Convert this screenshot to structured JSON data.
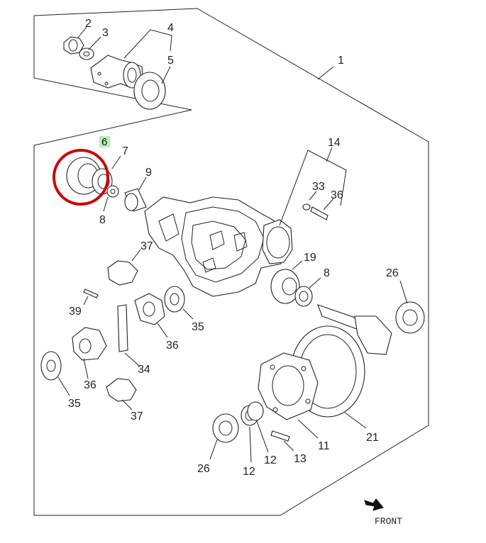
{
  "diagram": {
    "selected_part": "6",
    "highlight_color": "#cc0000",
    "selected_label_bg": "#b6f0b6",
    "labels": {
      "p1": "1",
      "p2": "2",
      "p3": "3",
      "p4": "4",
      "p5": "5",
      "p6": "6",
      "p7": "7",
      "p8a": "8",
      "p8b": "8",
      "p9": "9",
      "p11": "11",
      "p12a": "12",
      "p12b": "12",
      "p13": "13",
      "p14": "14",
      "p19": "19",
      "p21": "21",
      "p26a": "26",
      "p26b": "26",
      "p33": "33",
      "p34": "34",
      "p35a": "35",
      "p35b": "35",
      "p36a": "36",
      "p36b": "36",
      "p36c": "36",
      "p37a": "37",
      "p37b": "37",
      "p39": "39"
    },
    "front_label": "FRONT",
    "front_arrow_icon": "front-arrow-icon"
  }
}
